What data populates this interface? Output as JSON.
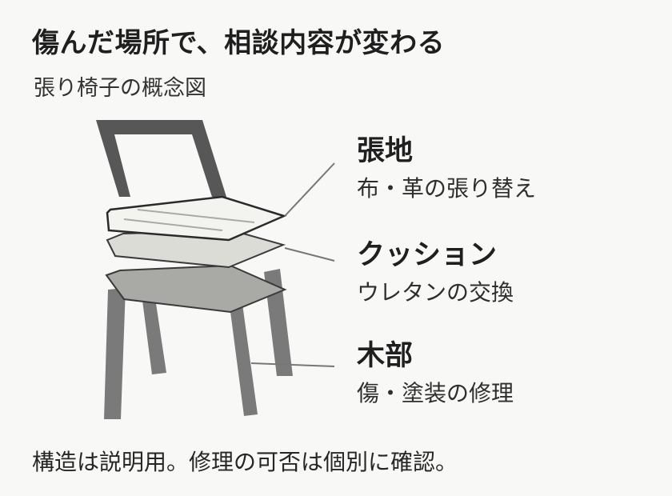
{
  "title": "傷んだ場所で、相談内容が変わる",
  "subtitle": "張り椅子の概念図",
  "labels": [
    {
      "head": "張地",
      "desc": "布・革の張り替え"
    },
    {
      "head": "クッション",
      "desc": "ウレタンの交換"
    },
    {
      "head": "木部",
      "desc": "傷・塗装の修理"
    }
  ],
  "footnote": "構造は説明用。修理の可否は個別に確認。",
  "colors": {
    "frame": "#575757",
    "legs": "#7a7a7a",
    "seat_panel": "#a9a9a5",
    "cushion": "#dcdcd7",
    "fabric": "#f3f3f0",
    "leader": "#777777"
  }
}
